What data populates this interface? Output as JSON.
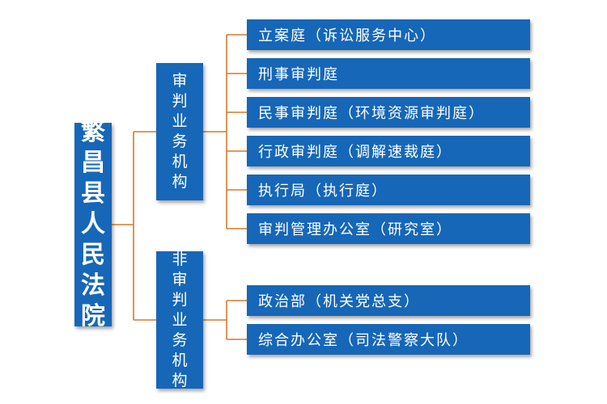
{
  "colors": {
    "box_fill": "#1667b8",
    "connector": "#d9782b",
    "text": "#ffffff"
  },
  "root": {
    "label": "繁昌县人民法院"
  },
  "groups": [
    {
      "label": "审判业务机构",
      "children": [
        "立案庭（诉讼服务中心）",
        "刑事审判庭",
        "民事审判庭（环境资源审判庭）",
        "行政审判庭（调解速裁庭）",
        "执行局（执行庭）",
        "审判管理办公室（研究室）"
      ]
    },
    {
      "label": "非审判业务机构",
      "children": [
        "政治部（机关党总支）",
        "综合办公室（司法警察大队）"
      ]
    }
  ]
}
